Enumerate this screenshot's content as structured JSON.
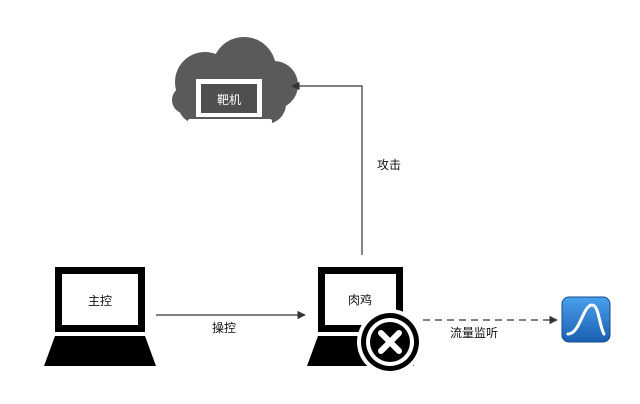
{
  "nodes": {
    "target": {
      "label": "靶机"
    },
    "controller": {
      "label": "主控"
    },
    "zombie": {
      "label": "肉鸡"
    }
  },
  "edges": {
    "control": {
      "label": "操控"
    },
    "attack": {
      "label": "攻击"
    },
    "monitor": {
      "label": "流量监听"
    }
  },
  "colors": {
    "cloud": "#5a5a5a",
    "laptop": "#000000",
    "arrow": "#333333",
    "wireshark_blue": "#1f6fc6"
  }
}
